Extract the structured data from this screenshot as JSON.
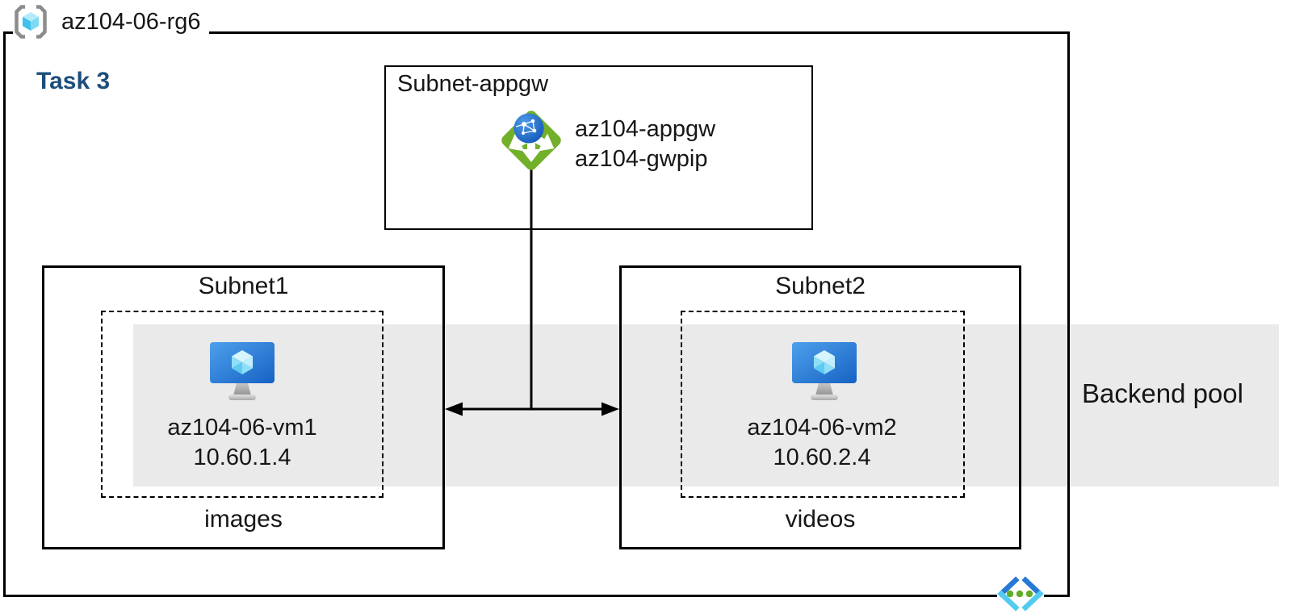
{
  "resource_group": {
    "label": "az104-06-rg6"
  },
  "task": {
    "label": "Task 3"
  },
  "appgw_subnet": {
    "label": "Subnet-appgw",
    "gateway_name": "az104-appgw",
    "public_ip_name": "az104-gwpip"
  },
  "subnet1": {
    "label": "Subnet1",
    "vm_name": "az104-06-vm1",
    "vm_ip": "10.60.1.4",
    "caption": "images"
  },
  "subnet2": {
    "label": "Subnet2",
    "vm_name": "az104-06-vm2",
    "vm_ip": "10.60.2.4",
    "caption": "videos"
  },
  "backend_pool": {
    "label": "Backend pool"
  },
  "colors": {
    "task_blue": "#1E4E7A",
    "appgw_green": "#72B02A",
    "globe_blue": "#1666C8",
    "vm_monitor_blue_light": "#4EA0EC",
    "vm_monitor_blue_dark": "#1662C4",
    "band_gray": "#EAEAEA",
    "vnet_chevron_blue": "#2779D6",
    "vnet_chevron_cyan": "#53CBF1",
    "vnet_dot_green": "#61AC29",
    "rg_bracket_gray": "#8C8C8C",
    "line_black": "#000000"
  }
}
